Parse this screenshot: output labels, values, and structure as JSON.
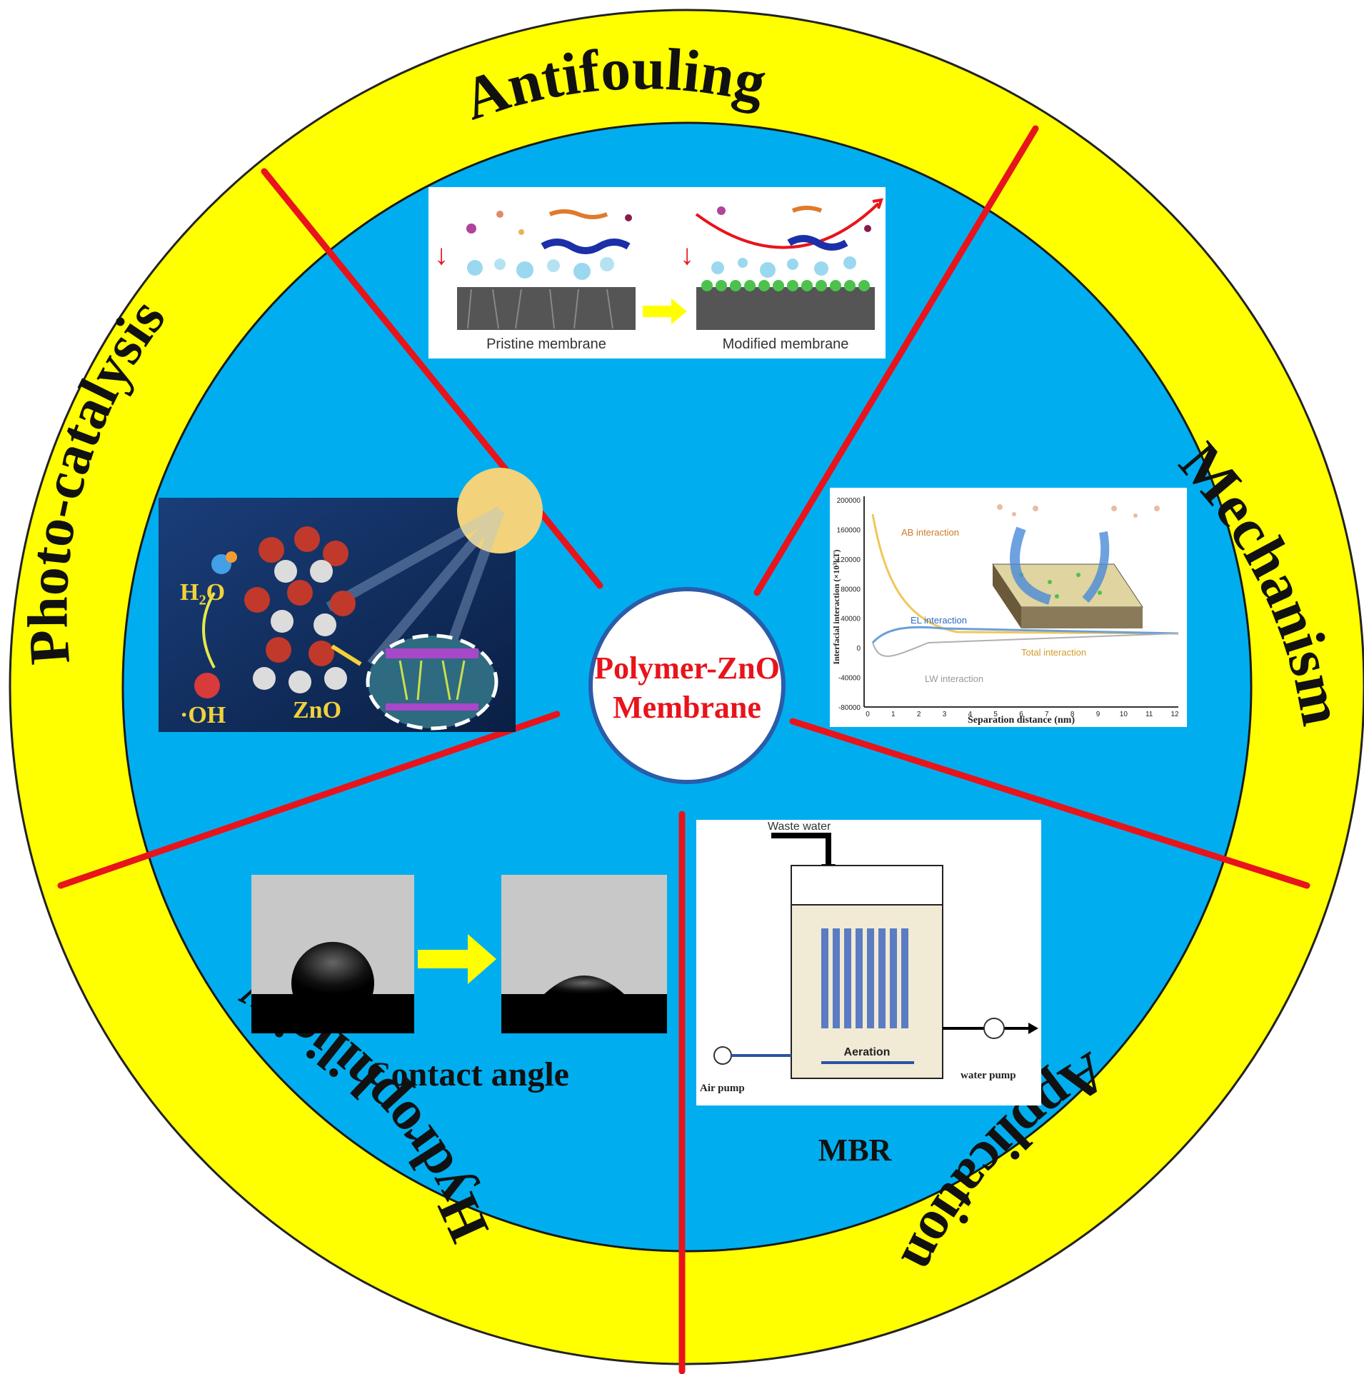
{
  "center": {
    "line1": "Polymer-ZnO",
    "line2": "Membrane"
  },
  "sections": {
    "antifouling": "Antifouling",
    "mechanism": "Mechanism",
    "application": "Application",
    "hydrophilicity": "Hydrophilicity",
    "photocatalysis": "Photo-catalysis"
  },
  "antifouling_panel": {
    "left_label": "Pristine membrane",
    "right_label": "Modified membrane"
  },
  "mechanism_panel": {
    "ylabel": "Interfacial interaction (×10³kT)",
    "xlabel": "Separation distance (nm)",
    "yticks": [
      "200000",
      "160000",
      "120000",
      "80000",
      "40000",
      "0",
      "-40000",
      "-80000"
    ],
    "xticks": [
      "0",
      "1",
      "2",
      "3",
      "4",
      "5",
      "6",
      "7",
      "8",
      "9",
      "10",
      "11",
      "12"
    ],
    "curves": [
      "AB interaction",
      "EL interaction",
      "Total interaction",
      "LW interaction"
    ]
  },
  "photocatalysis_panel": {
    "h2o": "H₂O",
    "oh": "·OH",
    "zno": "ZnO"
  },
  "hydrophilicity_panel": {
    "caption": "Contact angle"
  },
  "application_panel": {
    "waste_water": "Waste water",
    "aeration": "Aeration",
    "air_pump": "Air pump",
    "water_pump": "water pump",
    "caption": "MBR"
  },
  "colors": {
    "ring": "#ffff00",
    "inner": "#00aeef",
    "divider": "#e8141b",
    "text_dark": "#111111",
    "center_text": "#e8141b"
  }
}
